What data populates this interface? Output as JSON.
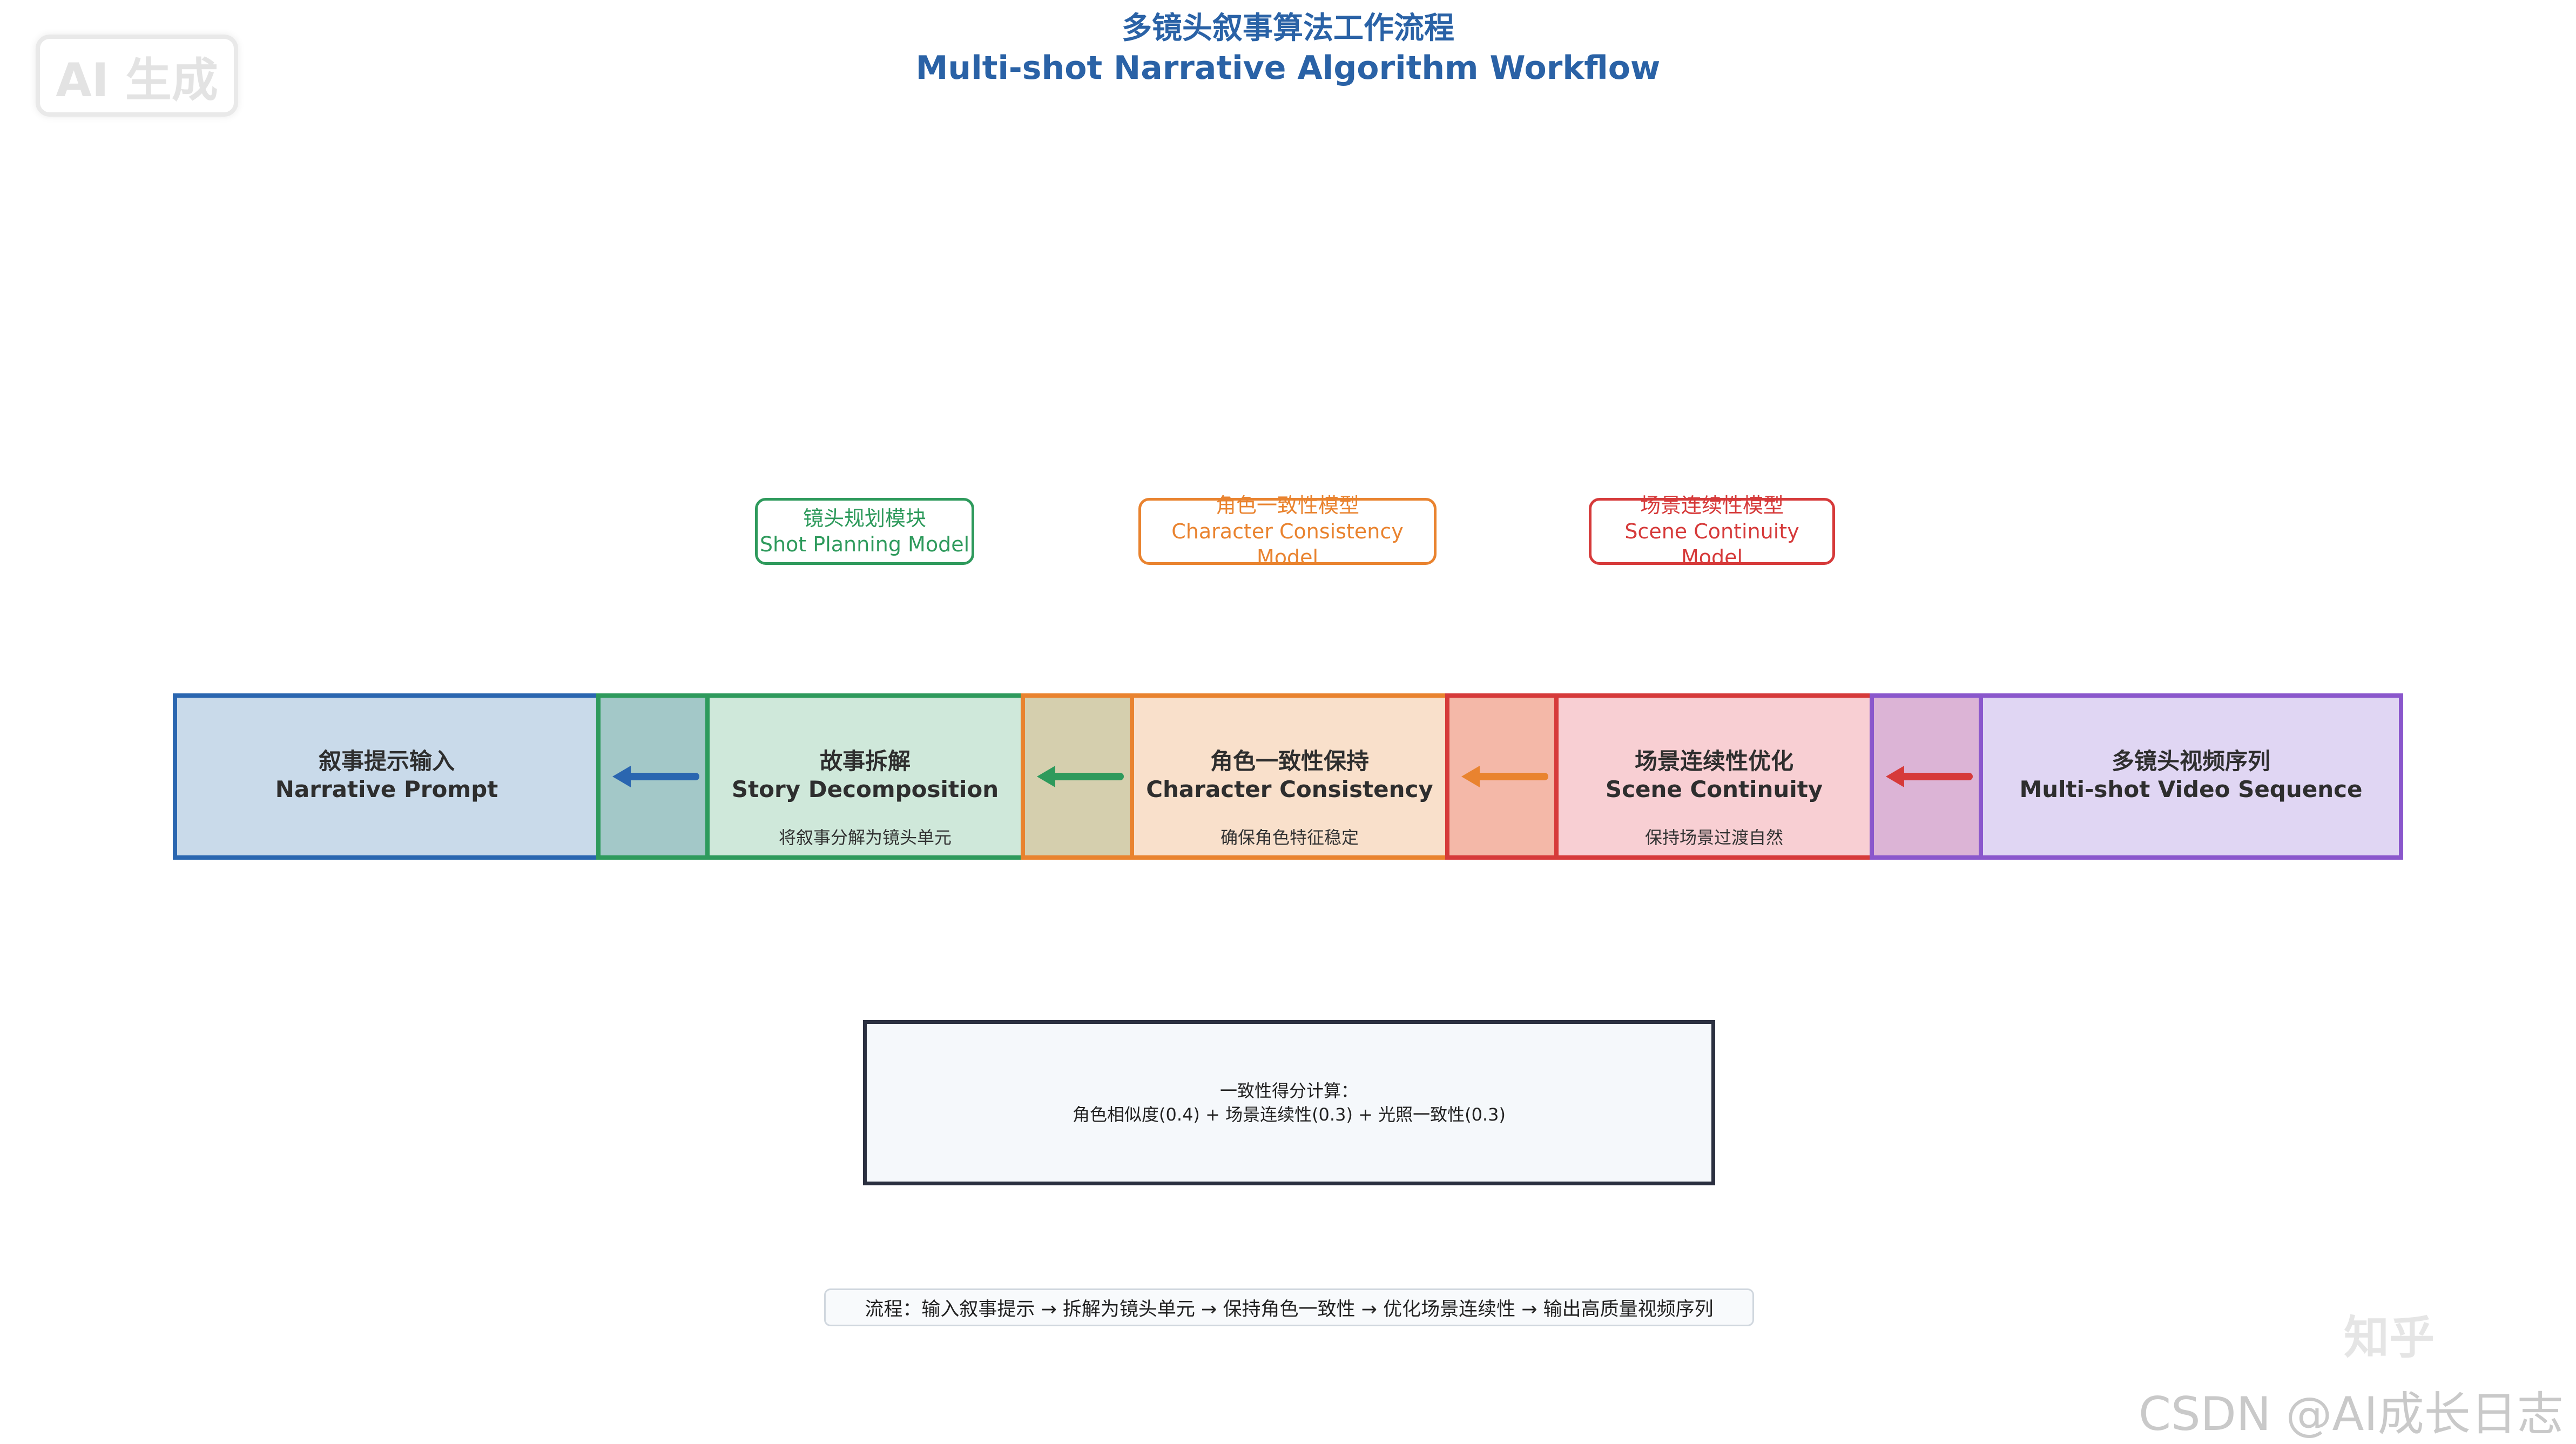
{
  "watermark_ai": "AI 生成",
  "title_zh": "多镜头叙事算法工作流程",
  "title_en": "Multi-shot Narrative Algorithm Workflow",
  "models": [
    {
      "zh": "镜头规划模块",
      "en": "Shot Planning Model",
      "color": "#2e9a5c"
    },
    {
      "zh": "角色一致性模型",
      "en": "Character Consistency Model",
      "color": "#e9832f"
    },
    {
      "zh": "场景连续性模型",
      "en": "Scene Continuity Model",
      "color": "#d63a3a"
    }
  ],
  "stages": [
    {
      "zh": "叙事提示输入",
      "en": "Narrative Prompt",
      "sub": "",
      "border": "#2a66b0",
      "fill": "#c9daea"
    },
    {
      "zh": "故事拆解",
      "en": "Story Decomposition",
      "sub": "将叙事分解为镜头单元",
      "border": "#2e9a5c",
      "fill": "#cfe8da"
    },
    {
      "zh": "角色一致性保持",
      "en": "Character Consistency",
      "sub": "确保角色特征稳定",
      "border": "#e9832f",
      "fill": "#f9e0cb"
    },
    {
      "zh": "场景连续性优化",
      "en": "Scene Continuity",
      "sub": "保持场景过渡自然",
      "border": "#d63a3a",
      "fill": "#f8cfd3"
    },
    {
      "zh": "多镜头视频序列",
      "en": "Multi-shot Video Sequence",
      "sub": "",
      "border": "#8a57cc",
      "fill": "#e0d6f3"
    }
  ],
  "connectors": [
    {
      "fill": "#a3c8c8",
      "arrow": "#2a66b0"
    },
    {
      "fill": "#d5cfae",
      "arrow": "#2e9a5c"
    },
    {
      "fill": "#f4b8a8",
      "arrow": "#e9832f"
    },
    {
      "fill": "#dcb4d6",
      "arrow": "#d63a3a"
    }
  ],
  "score_title": "一致性得分计算：",
  "score_formula": "角色相似度(0.4) + 场景连续性(0.3) + 光照一致性(0.3)",
  "flow_text": "流程：输入叙事提示 → 拆解为镜头单元 → 保持角色一致性 → 优化场景连续性 → 输出高质量视频序列",
  "watermark_zhizi": "知乎",
  "watermark_csdn": "CSDN @AI成长日志"
}
